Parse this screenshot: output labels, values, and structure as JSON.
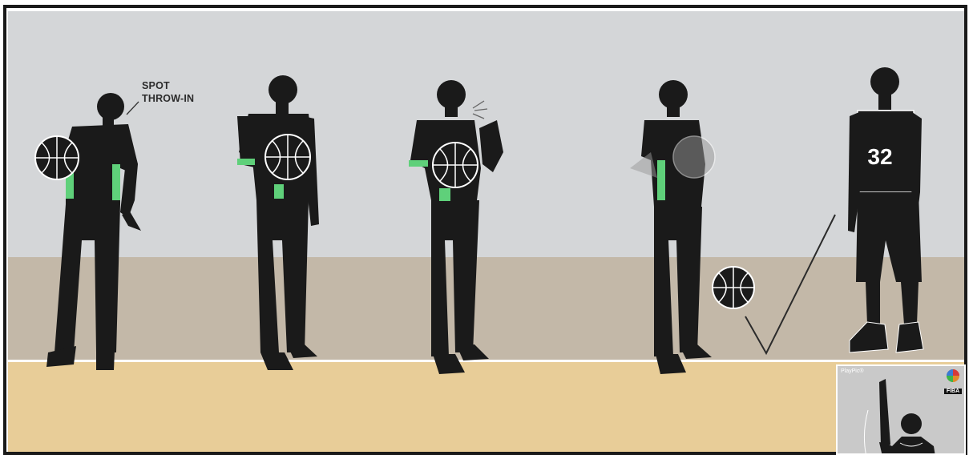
{
  "annotation": {
    "line1": "SPOT",
    "line2": "THROW-IN"
  },
  "player": {
    "jersey_number": "32"
  },
  "thumbnail": {
    "title": "PlayPic®",
    "logo_text": "FIBA"
  },
  "colors": {
    "wall": "#d4d6d8",
    "wainscot": "#c3b8a8",
    "floor": "#e8cd98",
    "border": "#1a1a1a",
    "silhouette": "#1a1a1a",
    "stripe": "#5fd07a",
    "ball_light": "#9a9a9a"
  },
  "icons": [
    "whistle-icon",
    "checkmark-icon",
    "basketball-icon"
  ]
}
